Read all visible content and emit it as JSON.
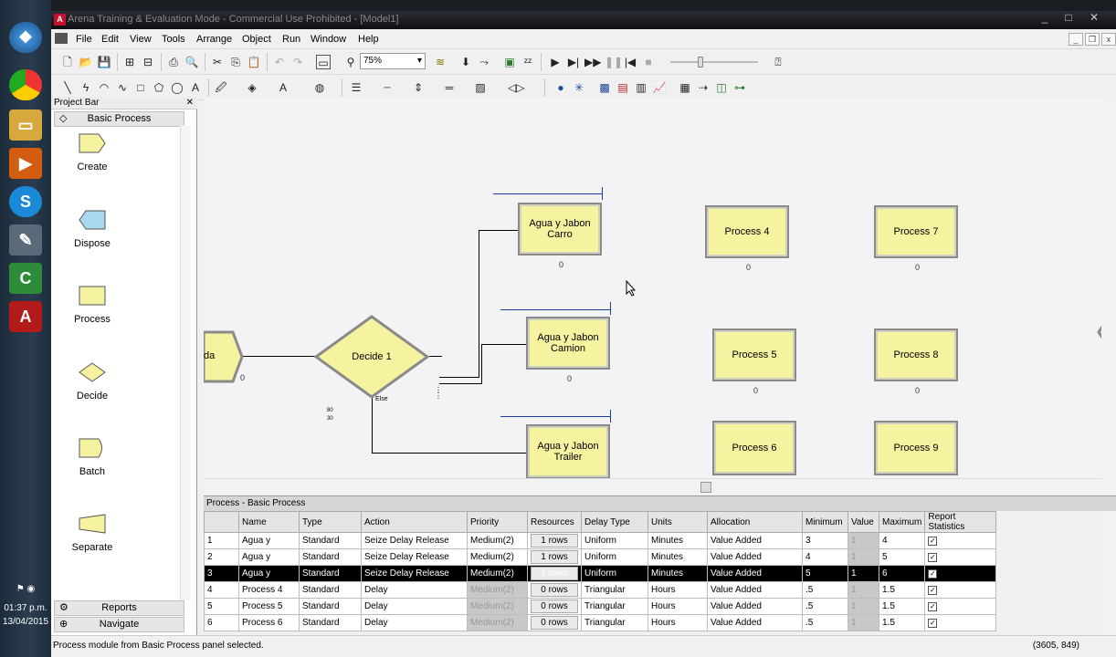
{
  "window": {
    "title": "Arena Training & Evaluation Mode - Commercial Use Prohibited - [Model1]",
    "logo": "A"
  },
  "menu": [
    "File",
    "Edit",
    "View",
    "Tools",
    "Arrange",
    "Object",
    "Run",
    "Window",
    "Help"
  ],
  "toolbar": {
    "zoom": "75%"
  },
  "project_bar": {
    "title": "Project Bar",
    "panel": "Basic Process",
    "modules": [
      "Create",
      "Dispose",
      "Process",
      "Decide",
      "Batch",
      "Separate"
    ],
    "bottom_panels": [
      "Reports",
      "Navigate"
    ]
  },
  "canvas": {
    "partial_label": "da",
    "decide": {
      "label": "Decide 1",
      "else": "Else",
      "pct_true": "80",
      "pct_false": "30"
    },
    "agua_carro": "Agua y Jabon Carro",
    "agua_camion": "Agua y Jabon Camion",
    "agua_trailer": "Agua y Jabon Trailer",
    "p4": "Process 4",
    "p5": "Process 5",
    "p6": "Process 6",
    "p7": "Process 7",
    "p8": "Process 8",
    "p9": "Process 9",
    "zero": "0"
  },
  "sheet": {
    "title": "Process - Basic Process",
    "columns": [
      "Name",
      "Type",
      "Action",
      "Priority",
      "Resources",
      "Delay Type",
      "Units",
      "Allocation",
      "Minimum",
      "Value",
      "Maximum",
      "Report Statistics"
    ],
    "rows": [
      {
        "n": "1",
        "name": "Agua y",
        "type": "Standard",
        "action": "Seize Delay Release",
        "priority": "Medium(2)",
        "res": "1 rows",
        "delay": "Uniform",
        "units": "Minutes",
        "alloc": "Value Added",
        "min": "3",
        "value": "1",
        "max": "4",
        "rs": "✓"
      },
      {
        "n": "2",
        "name": "Agua y",
        "type": "Standard",
        "action": "Seize Delay Release",
        "priority": "Medium(2)",
        "res": "1 rows",
        "delay": "Uniform",
        "units": "Minutes",
        "alloc": "Value Added",
        "min": "4",
        "value": "1",
        "max": "5",
        "rs": "✓"
      },
      {
        "n": "3",
        "name": "Agua y",
        "type": "Standard",
        "action": "Seize Delay Release",
        "priority": "Medium(2)",
        "res": "1 rows",
        "delay": "Uniform",
        "units": "Minutes",
        "alloc": "Value Added",
        "min": "5",
        "value": "1",
        "max": "6",
        "rs": "✓"
      },
      {
        "n": "4",
        "name": "Process 4",
        "type": "Standard",
        "action": "Delay",
        "priority": "Medium(2)",
        "res": "0 rows",
        "delay": "Triangular",
        "units": "Hours",
        "alloc": "Value Added",
        "min": ".5",
        "value": "1",
        "max": "1.5",
        "rs": "✓"
      },
      {
        "n": "5",
        "name": "Process 5",
        "type": "Standard",
        "action": "Delay",
        "priority": "Medium(2)",
        "res": "0 rows",
        "delay": "Triangular",
        "units": "Hours",
        "alloc": "Value Added",
        "min": ".5",
        "value": "1",
        "max": "1.5",
        "rs": "✓"
      },
      {
        "n": "6",
        "name": "Process 6",
        "type": "Standard",
        "action": "Delay",
        "priority": "Medium(2)",
        "res": "0 rows",
        "delay": "Triangular",
        "units": "Hours",
        "alloc": "Value Added",
        "min": ".5",
        "value": "1",
        "max": "1.5",
        "rs": "✓"
      }
    ]
  },
  "status": {
    "message": "Process module from Basic Process panel selected.",
    "coords": "(3605, 849)"
  },
  "taskbar": {
    "time": "01:37 p.m.",
    "date": "13/04/2015"
  }
}
